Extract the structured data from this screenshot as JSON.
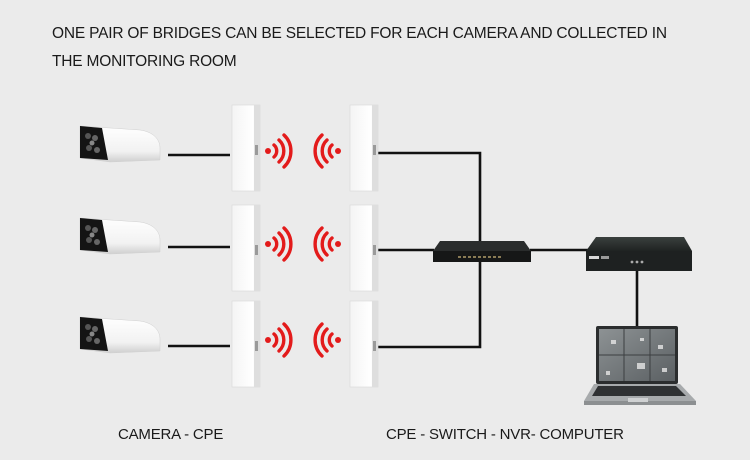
{
  "title": "ONE PAIR OF BRIDGES CAN BE SELECTED FOR EACH CAMERA AND COLLECTED IN THE MONITORING ROOM",
  "captions": {
    "left": "CAMERA - CPE",
    "right": "CPE - SWITCH - NVR- COMPUTER"
  },
  "rows": [
    {
      "camera": "camera-icon",
      "cpe_left": "cpe-antenna-icon",
      "signal": "wifi-signal-icon",
      "cpe_right": "cpe-antenna-icon"
    },
    {
      "camera": "camera-icon",
      "cpe_left": "cpe-antenna-icon",
      "signal": "wifi-signal-icon",
      "cpe_right": "cpe-antenna-icon"
    },
    {
      "camera": "camera-icon",
      "cpe_left": "cpe-antenna-icon",
      "signal": "wifi-signal-icon",
      "cpe_right": "cpe-antenna-icon"
    }
  ],
  "devices": {
    "switch": "network-switch-icon",
    "nvr": "nvr-recorder-icon",
    "computer": "laptop-icon"
  },
  "colors": {
    "background": "#ebebeb",
    "signal": "#e31b1b",
    "cable": "#111111",
    "device_dark": "#1e1f1f"
  }
}
